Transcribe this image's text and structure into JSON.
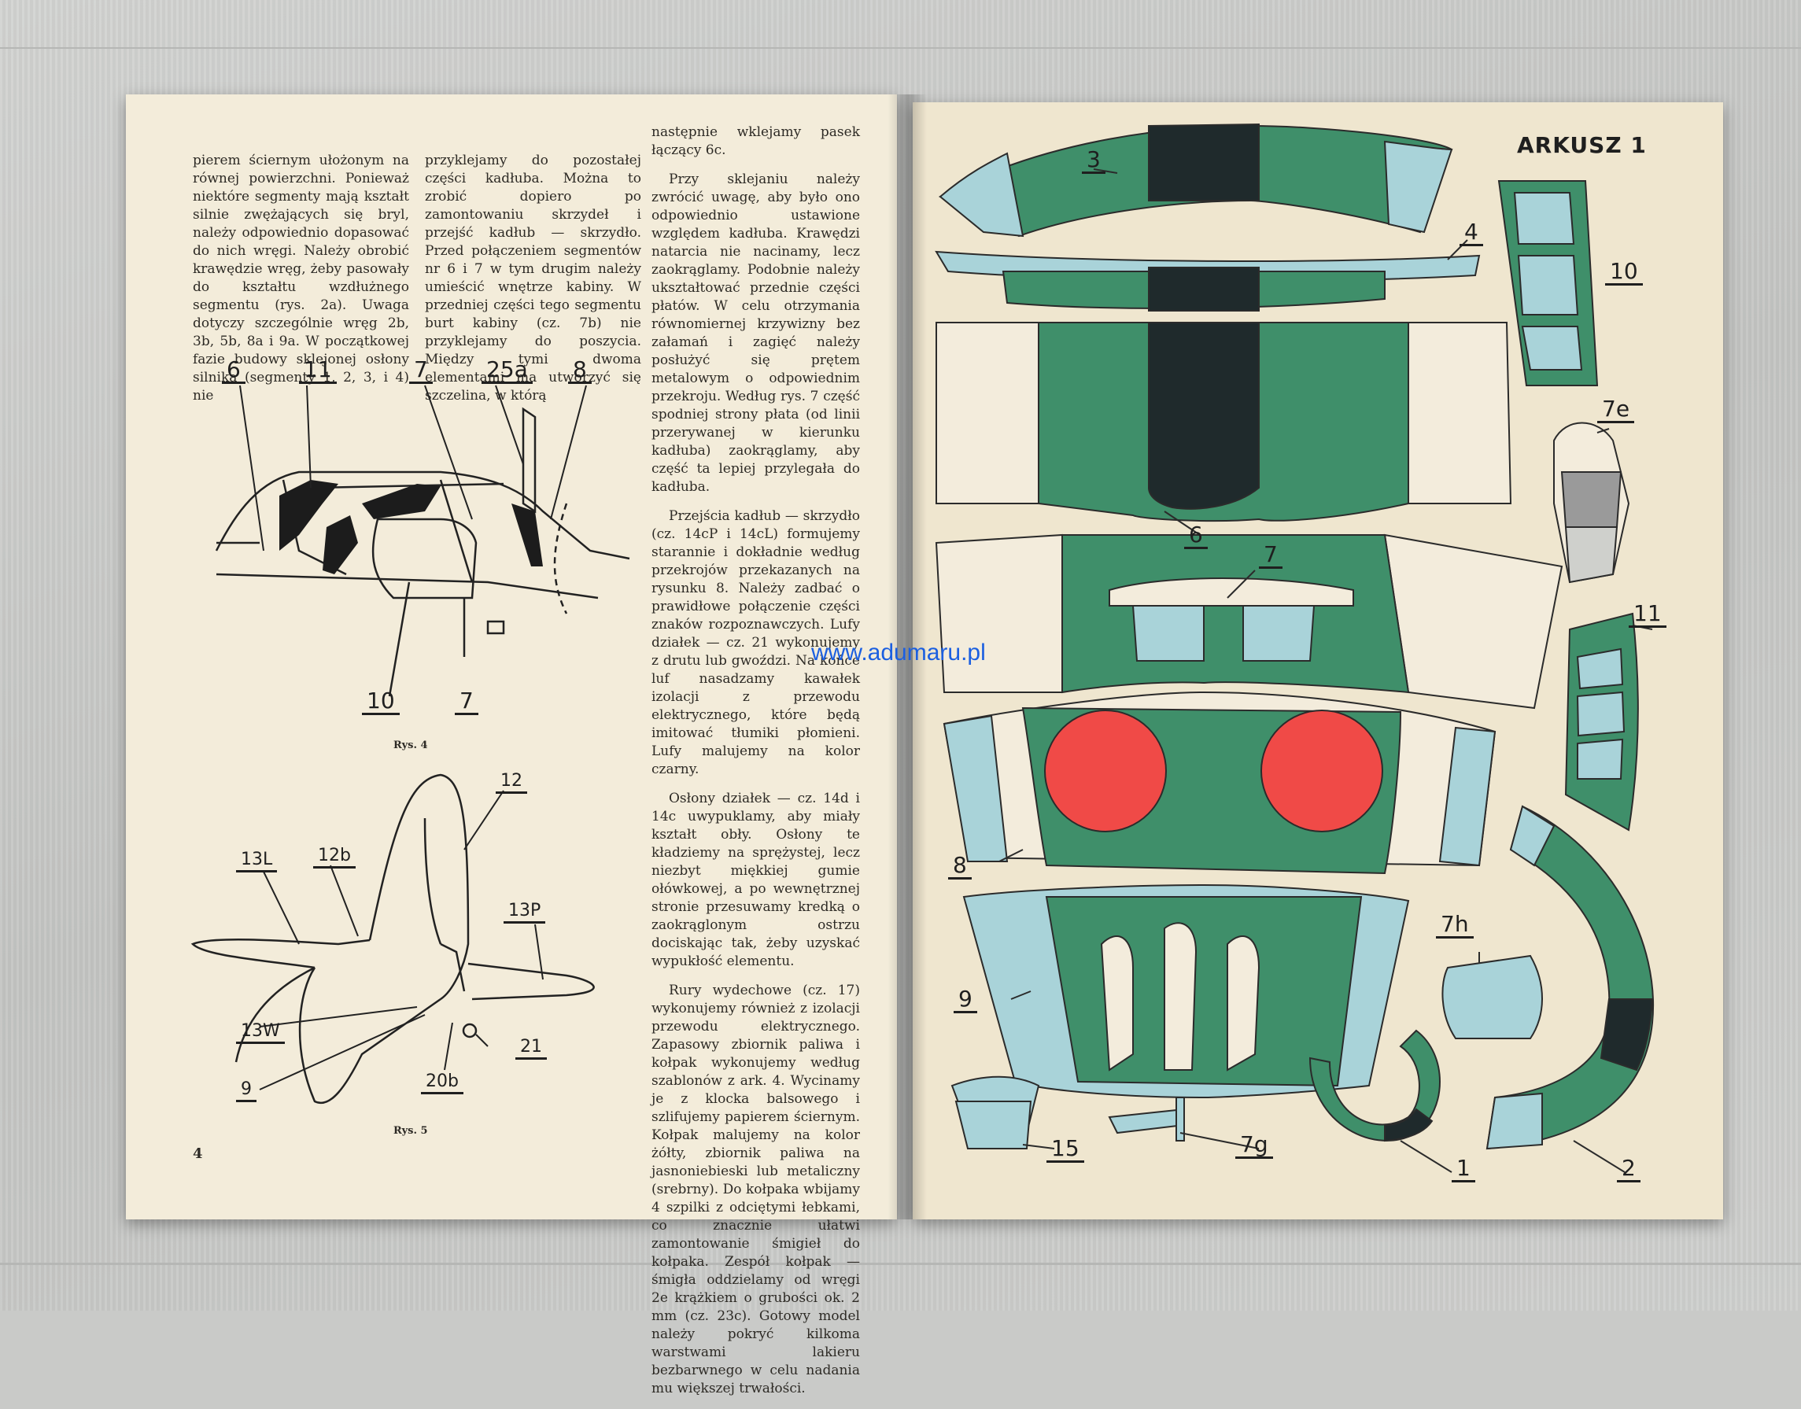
{
  "left_page": {
    "column1": [
      "pierem ściernym ułożonym na równej powierzchni. Ponieważ niektóre segmenty mają kształt silnie zwężających się bryl, należy odpowiednio dopasować do nich wręgi. Należy obrobić krawędzie wręg, żeby pasowały do kształtu wzdłużnego segmentu (rys. 2a). Uwaga dotyczy szczególnie wręg 2b, 3b, 5b, 8a i 9a. W początkowej fazie budowy sklejonej osłony silnika (segmenty 1, 2, 3, i 4) nie"
    ],
    "column2": [
      "przyklejamy do pozostałej części kadłuba. Można to zrobić dopiero po zamontowaniu skrzydeł i przejść kadłub — skrzydło. Przed połączeniem segmentów nr 6 i 7 w tym drugim należy umieścić wnętrze kabiny. W przedniej części tego segmentu burt kabiny (cz. 7b) nie przyklejamy do poszycia. Między tymi dwoma elementami ma utworzyć się szczelina, w którą"
    ],
    "column3": [
      "następnie wklejamy pasek łączący 6c.",
      "Przy sklejaniu należy zwrócić uwagę, aby było ono odpowiednio ustawione względem kadłuba. Krawędzi natarcia nie nacinamy, lecz zaokrąglamy. Podobnie należy ukształtować przednie części płatów. W celu otrzymania równomiernej krzywizny bez załamań i zagięć należy posłużyć się prętem metalowym o odpowiednim przekroju. Według rys. 7 część spodniej strony płata (od linii przerywanej w kierunku kadłuba) zaokrąglamy, aby część ta lepiej przylegała do kadłuba.",
      "Przejścia kadłub — skrzydło (cz. 14cP i 14cL) formujemy starannie i dokładnie według przekrojów przekazanych na rysunku 8. Należy zadbać o prawidłowe połączenie części znaków rozpoznawczych. Lufy działek — cz. 21 wykonujemy z drutu lub gwoździ. Na końce luf nasadzamy kawałek izolacji z przewodu elektrycznego, które będą imitować tłumiki płomieni. Lufy malujemy na kolor czarny.",
      "Osłony działek — cz. 14d i 14c uwypuklamy, aby miały kształt obły. Osłony te kładziemy na sprężystej, lecz niezbyt miękkiej gumie ołówkowej, a po wewnętrznej stronie przesuwamy kredką o zaokrąglonym ostrzu dociskając tak, żeby uzyskać wypukłość elementu.",
      "Rury wydechowe (cz. 17) wykonujemy również z izolacji przewodu elektrycznego. Zapasowy zbiornik paliwa i kołpak wykonujemy według szablonów z ark. 4. Wycinamy je z klocka balsowego i szlifujemy papierem ściernym. Kołpak malujemy na kolor żółty, zbiornik paliwa na jasnoniebieski lub metaliczny (srebrny). Do kołpaka wbijamy 4 szpilki z odciętymi łebkami, co znacznie ułatwi zamontowanie śmigieł do kołpaka. Zespół kołpak — śmigła oddzielamy od wręgi 2e krążkiem o grubości ok. 2 mm (cz. 23c). Gotowy model należy pokryć kilkoma warstwami lakieru bezbarwnego w celu nadania mu większej trwałości."
    ],
    "figure4": {
      "caption": "Rys. 4",
      "labels": [
        "6",
        "11",
        "7",
        "25a",
        "8",
        "10",
        "7"
      ]
    },
    "figure5": {
      "caption": "Rys. 5",
      "labels": [
        "12",
        "13L",
        "12b",
        "13P",
        "13W",
        "21",
        "9",
        "20b"
      ]
    },
    "page_number": "4"
  },
  "right_page": {
    "sheet_title": "ARKUSZ 1",
    "part_labels": [
      "3",
      "4",
      "10",
      "7e",
      "6",
      "7",
      "11",
      "8",
      "7h",
      "9",
      "15",
      "7g",
      "1",
      "2"
    ]
  },
  "watermark": "www.adumaru.pl",
  "colors": {
    "paper": "#f1e9d5",
    "green": "#3f8f6a",
    "light_blue": "#a9d3d9",
    "dark": "#1f2a2c",
    "red": "#f04a47",
    "link_blue": "#1b5fe0"
  }
}
